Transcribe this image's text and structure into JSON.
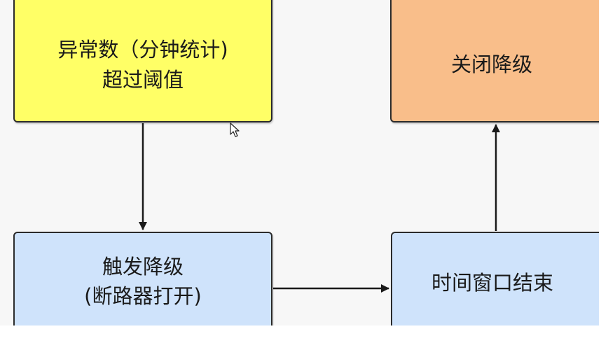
{
  "nodes": {
    "n1": {
      "lines": [
        "异常数（分钟统计)",
        "超过阈值"
      ],
      "color": "#ffff66"
    },
    "n2": {
      "lines": [
        "关闭降级"
      ],
      "color": "#f9be8a"
    },
    "n3": {
      "lines": [
        "触发降级",
        "(断路器打开)"
      ],
      "color": "#cfe3fb"
    },
    "n4": {
      "lines": [
        "时间窗口结束"
      ],
      "color": "#cfe3fb"
    }
  },
  "edges": [
    {
      "from": "n1",
      "to": "n3"
    },
    {
      "from": "n3",
      "to": "n4"
    },
    {
      "from": "n4",
      "to": "n2"
    }
  ]
}
